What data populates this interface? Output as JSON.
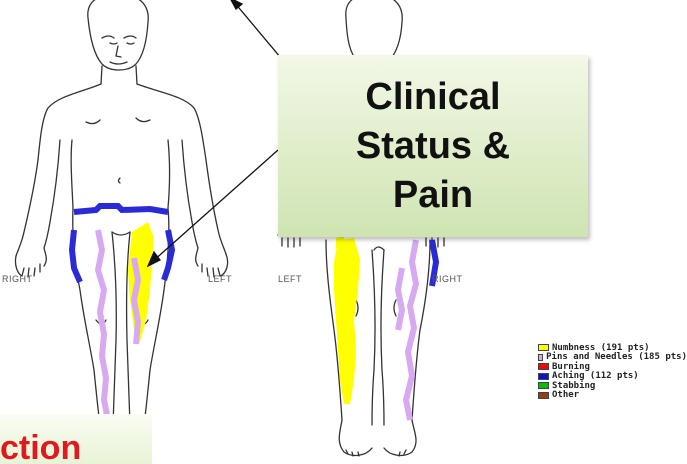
{
  "callout": {
    "text": "Clinical\nStatus &\nPain"
  },
  "bottom_label": {
    "text": "ction"
  },
  "figure_labels": {
    "front_right": "RIGHT",
    "front_left": "LEFT",
    "back_left": "LEFT",
    "back_right": "RIGHT"
  },
  "legend": [
    {
      "label": "Numbness (191 pts)",
      "color": "#ffff00"
    },
    {
      "label": "Pins and Needles (185 pts)",
      "color": "#d7a9f0"
    },
    {
      "label": "Burning",
      "color": "#ff0000"
    },
    {
      "label": "Aching (112 pts)",
      "color": "#1010d0"
    },
    {
      "label": "Stabbing",
      "color": "#00c000"
    },
    {
      "label": "Other",
      "color": "#9a3c10"
    }
  ],
  "colors": {
    "numbness": "#ffff00",
    "pins_needles": "#d7a9f0",
    "aching": "#2b2bd6",
    "outline": "#333333"
  }
}
